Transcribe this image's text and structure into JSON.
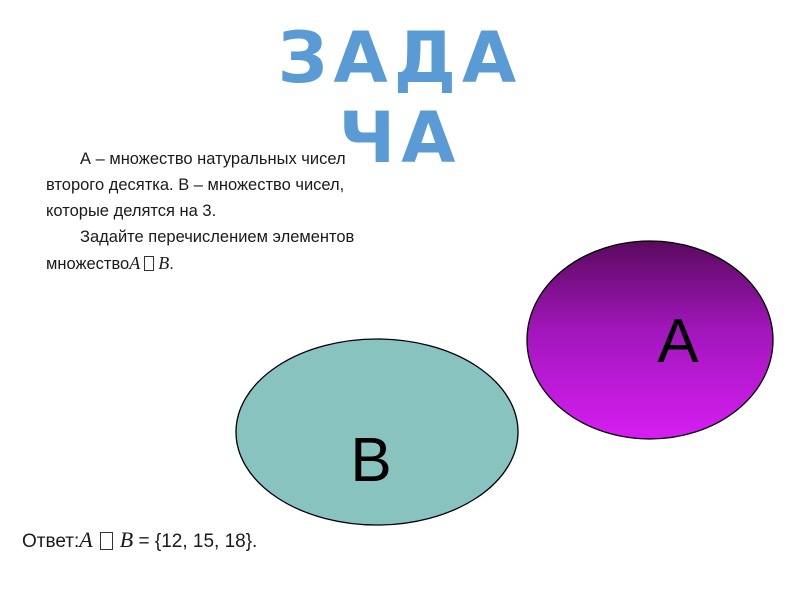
{
  "slide": {
    "title": "ЗАДАЧА",
    "paragraph1": "А – множество натуральных чисел второго десятка. В – множество чисел, которые делятся на 3.",
    "paragraph2_prefix": "Задайте перечислением элементов множество",
    "math_a": "A",
    "math_b": "B",
    "period": ".",
    "answer_label": "Ответ:",
    "answer_value": "= {12, 15, 18}.",
    "circle_a_label": "А",
    "circle_b_label": "В"
  },
  "colors": {
    "title": "#5b9bd5",
    "circle_a_top": "#5a0a5e",
    "circle_a_bottom": "#d61ef2",
    "circle_b_fill": "#88c3c0",
    "outline": "#000000"
  }
}
